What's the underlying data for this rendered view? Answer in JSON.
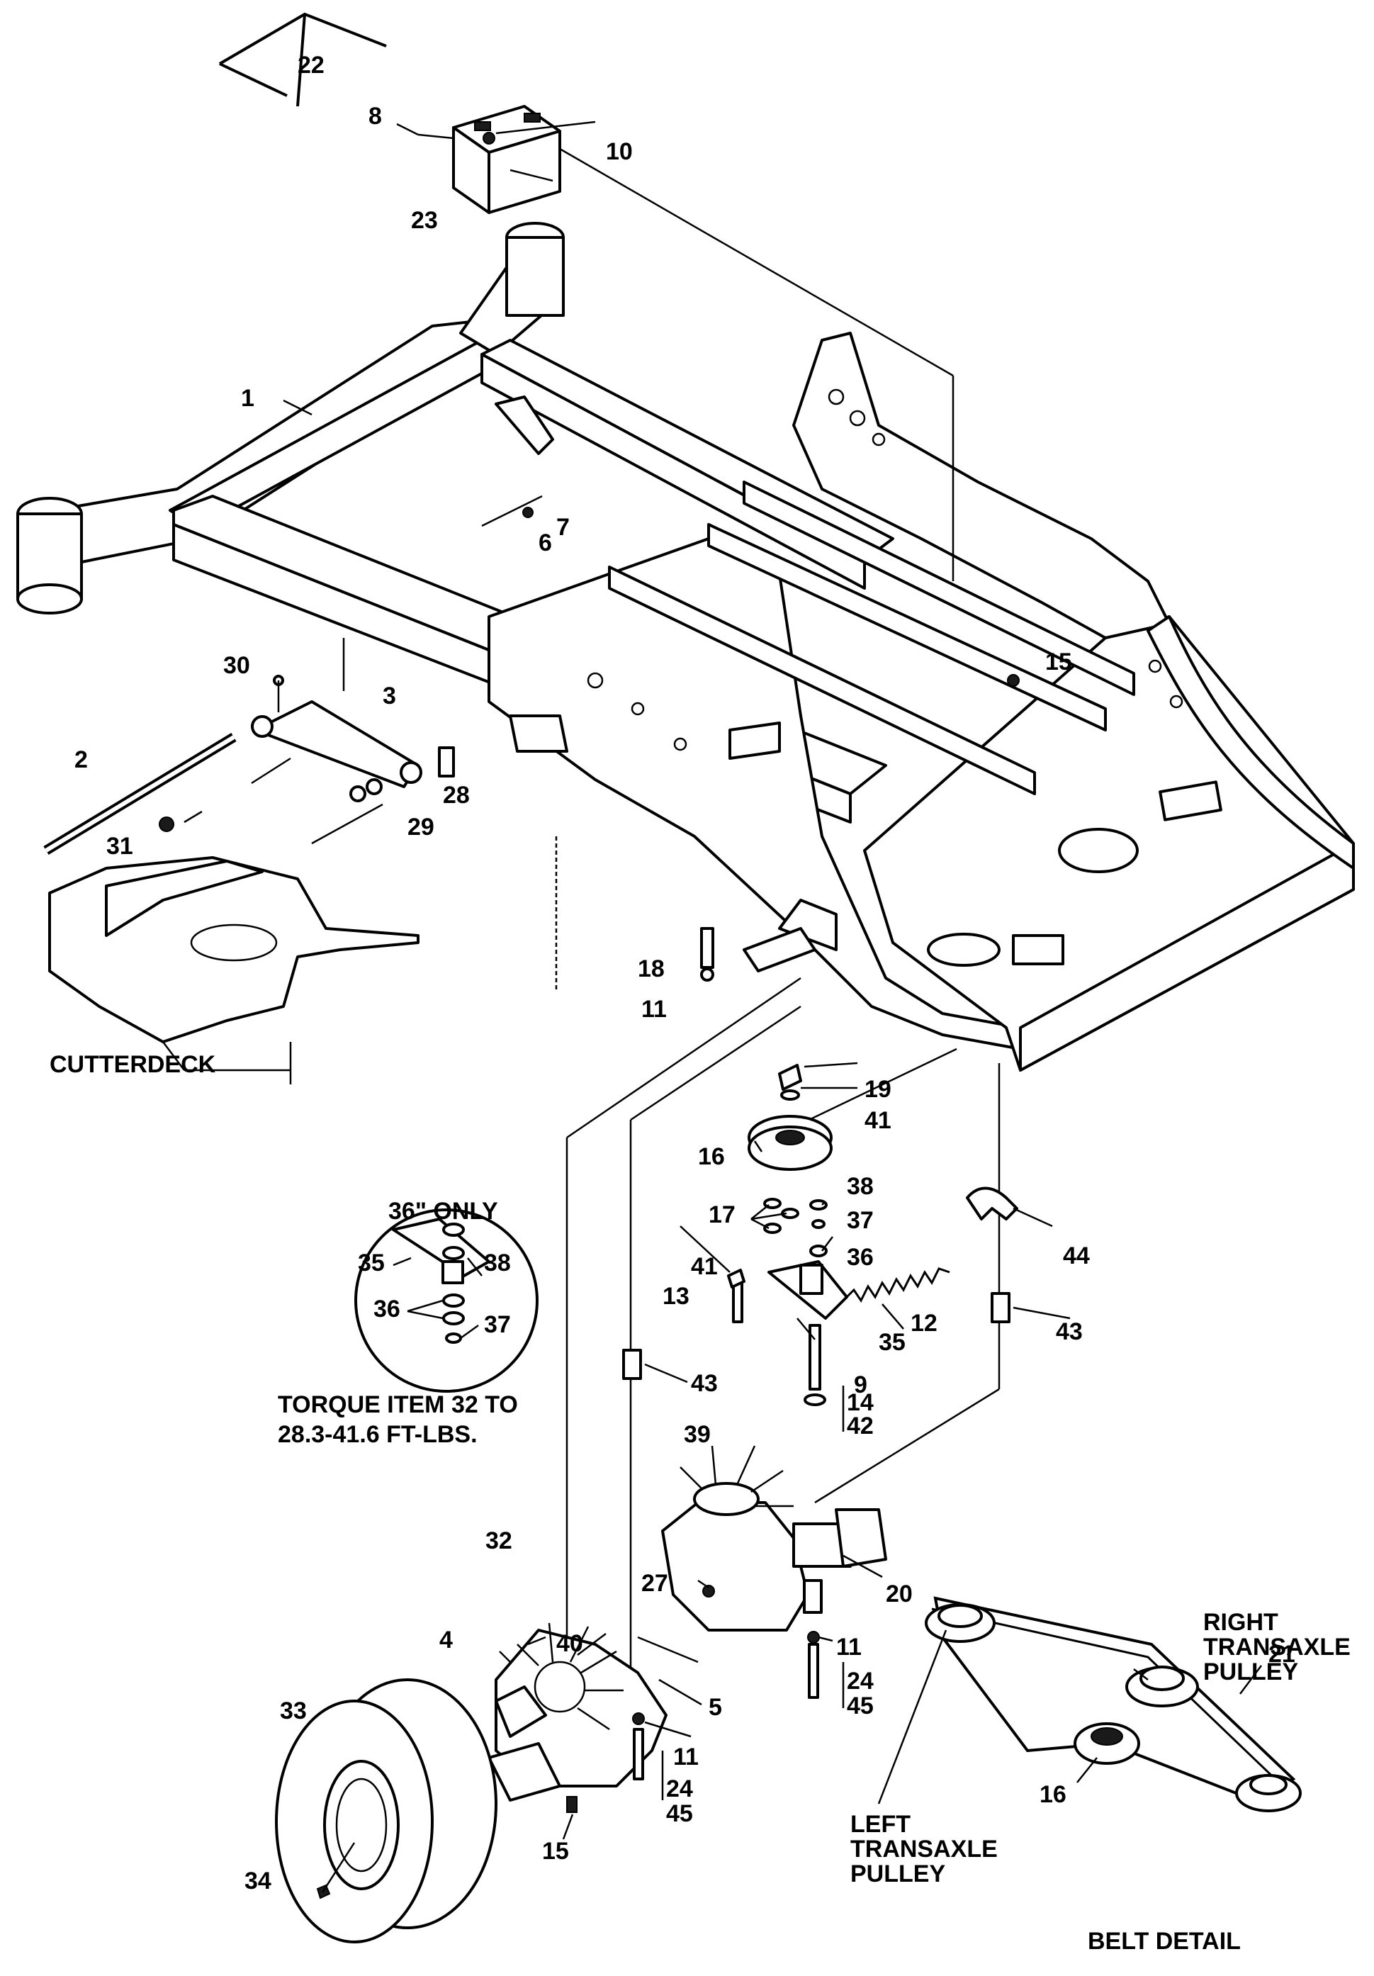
{
  "callouts": {
    "c1": "1",
    "c2": "2",
    "c3": "3",
    "c4": "4",
    "c5": "5",
    "c6": "6",
    "c7": "7",
    "c8": "8",
    "c9": "9",
    "c10": "10",
    "c11a": "11",
    "c11b": "11",
    "c11c": "11",
    "c12": "12",
    "c13": "13",
    "c14": "14",
    "c15a": "15",
    "c15b": "15",
    "c16a": "16",
    "c16b": "16",
    "c17": "17",
    "c18": "18",
    "c19": "19",
    "c20": "20",
    "c21": "21",
    "c22": "22",
    "c23": "23",
    "c24a": "24",
    "c24b": "24",
    "c27": "27",
    "c28": "28",
    "c29": "29",
    "c30": "30",
    "c31": "31",
    "c32": "32",
    "c33": "33",
    "c34": "34",
    "c35a": "35",
    "c35b": "35",
    "c36a": "36",
    "c36b": "36",
    "c37a": "37",
    "c37b": "37",
    "c38a": "38",
    "c38b": "38",
    "c39": "39",
    "c40": "40",
    "c41a": "41",
    "c41b": "41",
    "c42": "42",
    "c43a": "43",
    "c43b": "43",
    "c44": "44",
    "c45a": "45",
    "c45b": "45"
  },
  "labels": {
    "cutterdeck": "CUTTERDECK",
    "inset_title": "36\" ONLY",
    "torque_line1": "TORQUE ITEM 32 TO",
    "torque_line2": "28.3-41.6 FT-LBS.",
    "right_pulley_1": "RIGHT",
    "right_pulley_2": "TRANSAXLE",
    "right_pulley_3": "PULLEY",
    "left_pulley_1": "LEFT",
    "left_pulley_2": "TRANSAXLE",
    "left_pulley_3": "PULLEY",
    "belt_detail": "BELT DETAIL"
  }
}
